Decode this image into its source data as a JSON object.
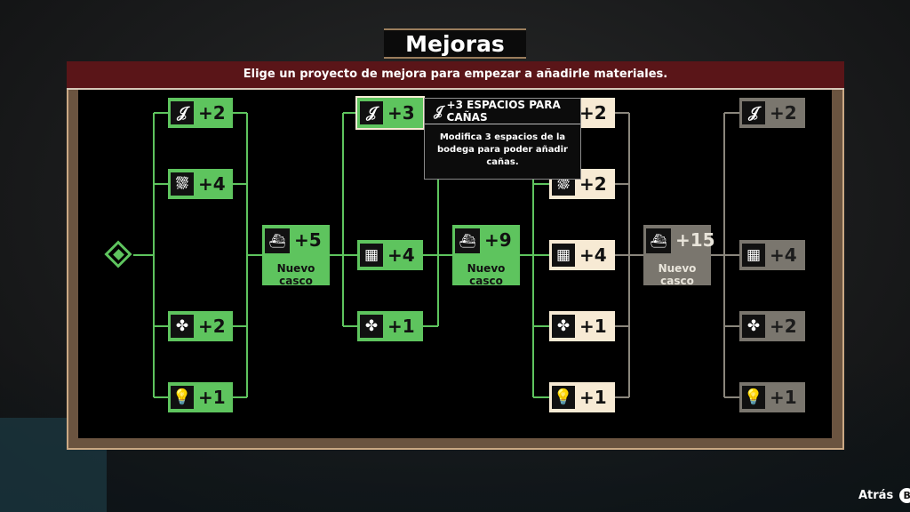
{
  "title": "Mejoras",
  "banner_text": "Elige un proyecto de mejora para empezar a añadirle materiales.",
  "colors": {
    "unlocked": "#5ec45e",
    "available": "#f7ead4",
    "locked": "#7a766e",
    "banner": "#5a1518"
  },
  "tiers": [
    {
      "items": [
        {
          "icon": "hook-icon",
          "glyph": "𝒥",
          "value": "+2"
        },
        {
          "icon": "net-icon",
          "glyph": "⛆",
          "value": "+4"
        },
        {
          "icon": "engine-icon",
          "glyph": "✤",
          "value": "+2"
        },
        {
          "icon": "light-icon",
          "glyph": "💡",
          "value": "+1"
        }
      ],
      "hull": {
        "icon": "boat-icon",
        "glyph": "⛴",
        "value": "+5",
        "label": "Nuevo casco"
      }
    },
    {
      "items": [
        {
          "icon": "hook-icon",
          "glyph": "𝒥",
          "value": "+3"
        },
        {
          "icon": "storage-icon",
          "glyph": "▦",
          "value": "+4"
        },
        {
          "icon": "engine-icon",
          "glyph": "✤",
          "value": "+1"
        }
      ],
      "hull": {
        "icon": "boat-icon",
        "glyph": "⛴",
        "value": "+9",
        "label": "Nuevo casco"
      }
    },
    {
      "items": [
        {
          "icon": "hook-icon",
          "glyph": "𝒥",
          "value": "+2"
        },
        {
          "icon": "net-icon",
          "glyph": "⛆",
          "value": "+2"
        },
        {
          "icon": "storage-icon",
          "glyph": "▦",
          "value": "+4"
        },
        {
          "icon": "engine-icon",
          "glyph": "✤",
          "value": "+1"
        },
        {
          "icon": "light-icon",
          "glyph": "💡",
          "value": "+1"
        }
      ],
      "hull": {
        "icon": "boat-icon",
        "glyph": "⛴",
        "value": "+15",
        "label": "Nuevo casco"
      }
    },
    {
      "items": [
        {
          "icon": "hook-icon",
          "glyph": "𝒥",
          "value": "+2"
        },
        {
          "icon": "storage-icon",
          "glyph": "▦",
          "value": "+4"
        },
        {
          "icon": "engine-icon",
          "glyph": "✤",
          "value": "+2"
        },
        {
          "icon": "light-icon",
          "glyph": "💡",
          "value": "+1"
        }
      ]
    }
  ],
  "tooltip": {
    "icon": "hook-icon",
    "glyph": "𝒥",
    "title": "+3 ESPACIOS PARA CAÑAS",
    "body": "Modifica 3 espacios de la bodega para poder añadir cañas."
  },
  "back": {
    "label": "Atrás",
    "button": "B"
  }
}
